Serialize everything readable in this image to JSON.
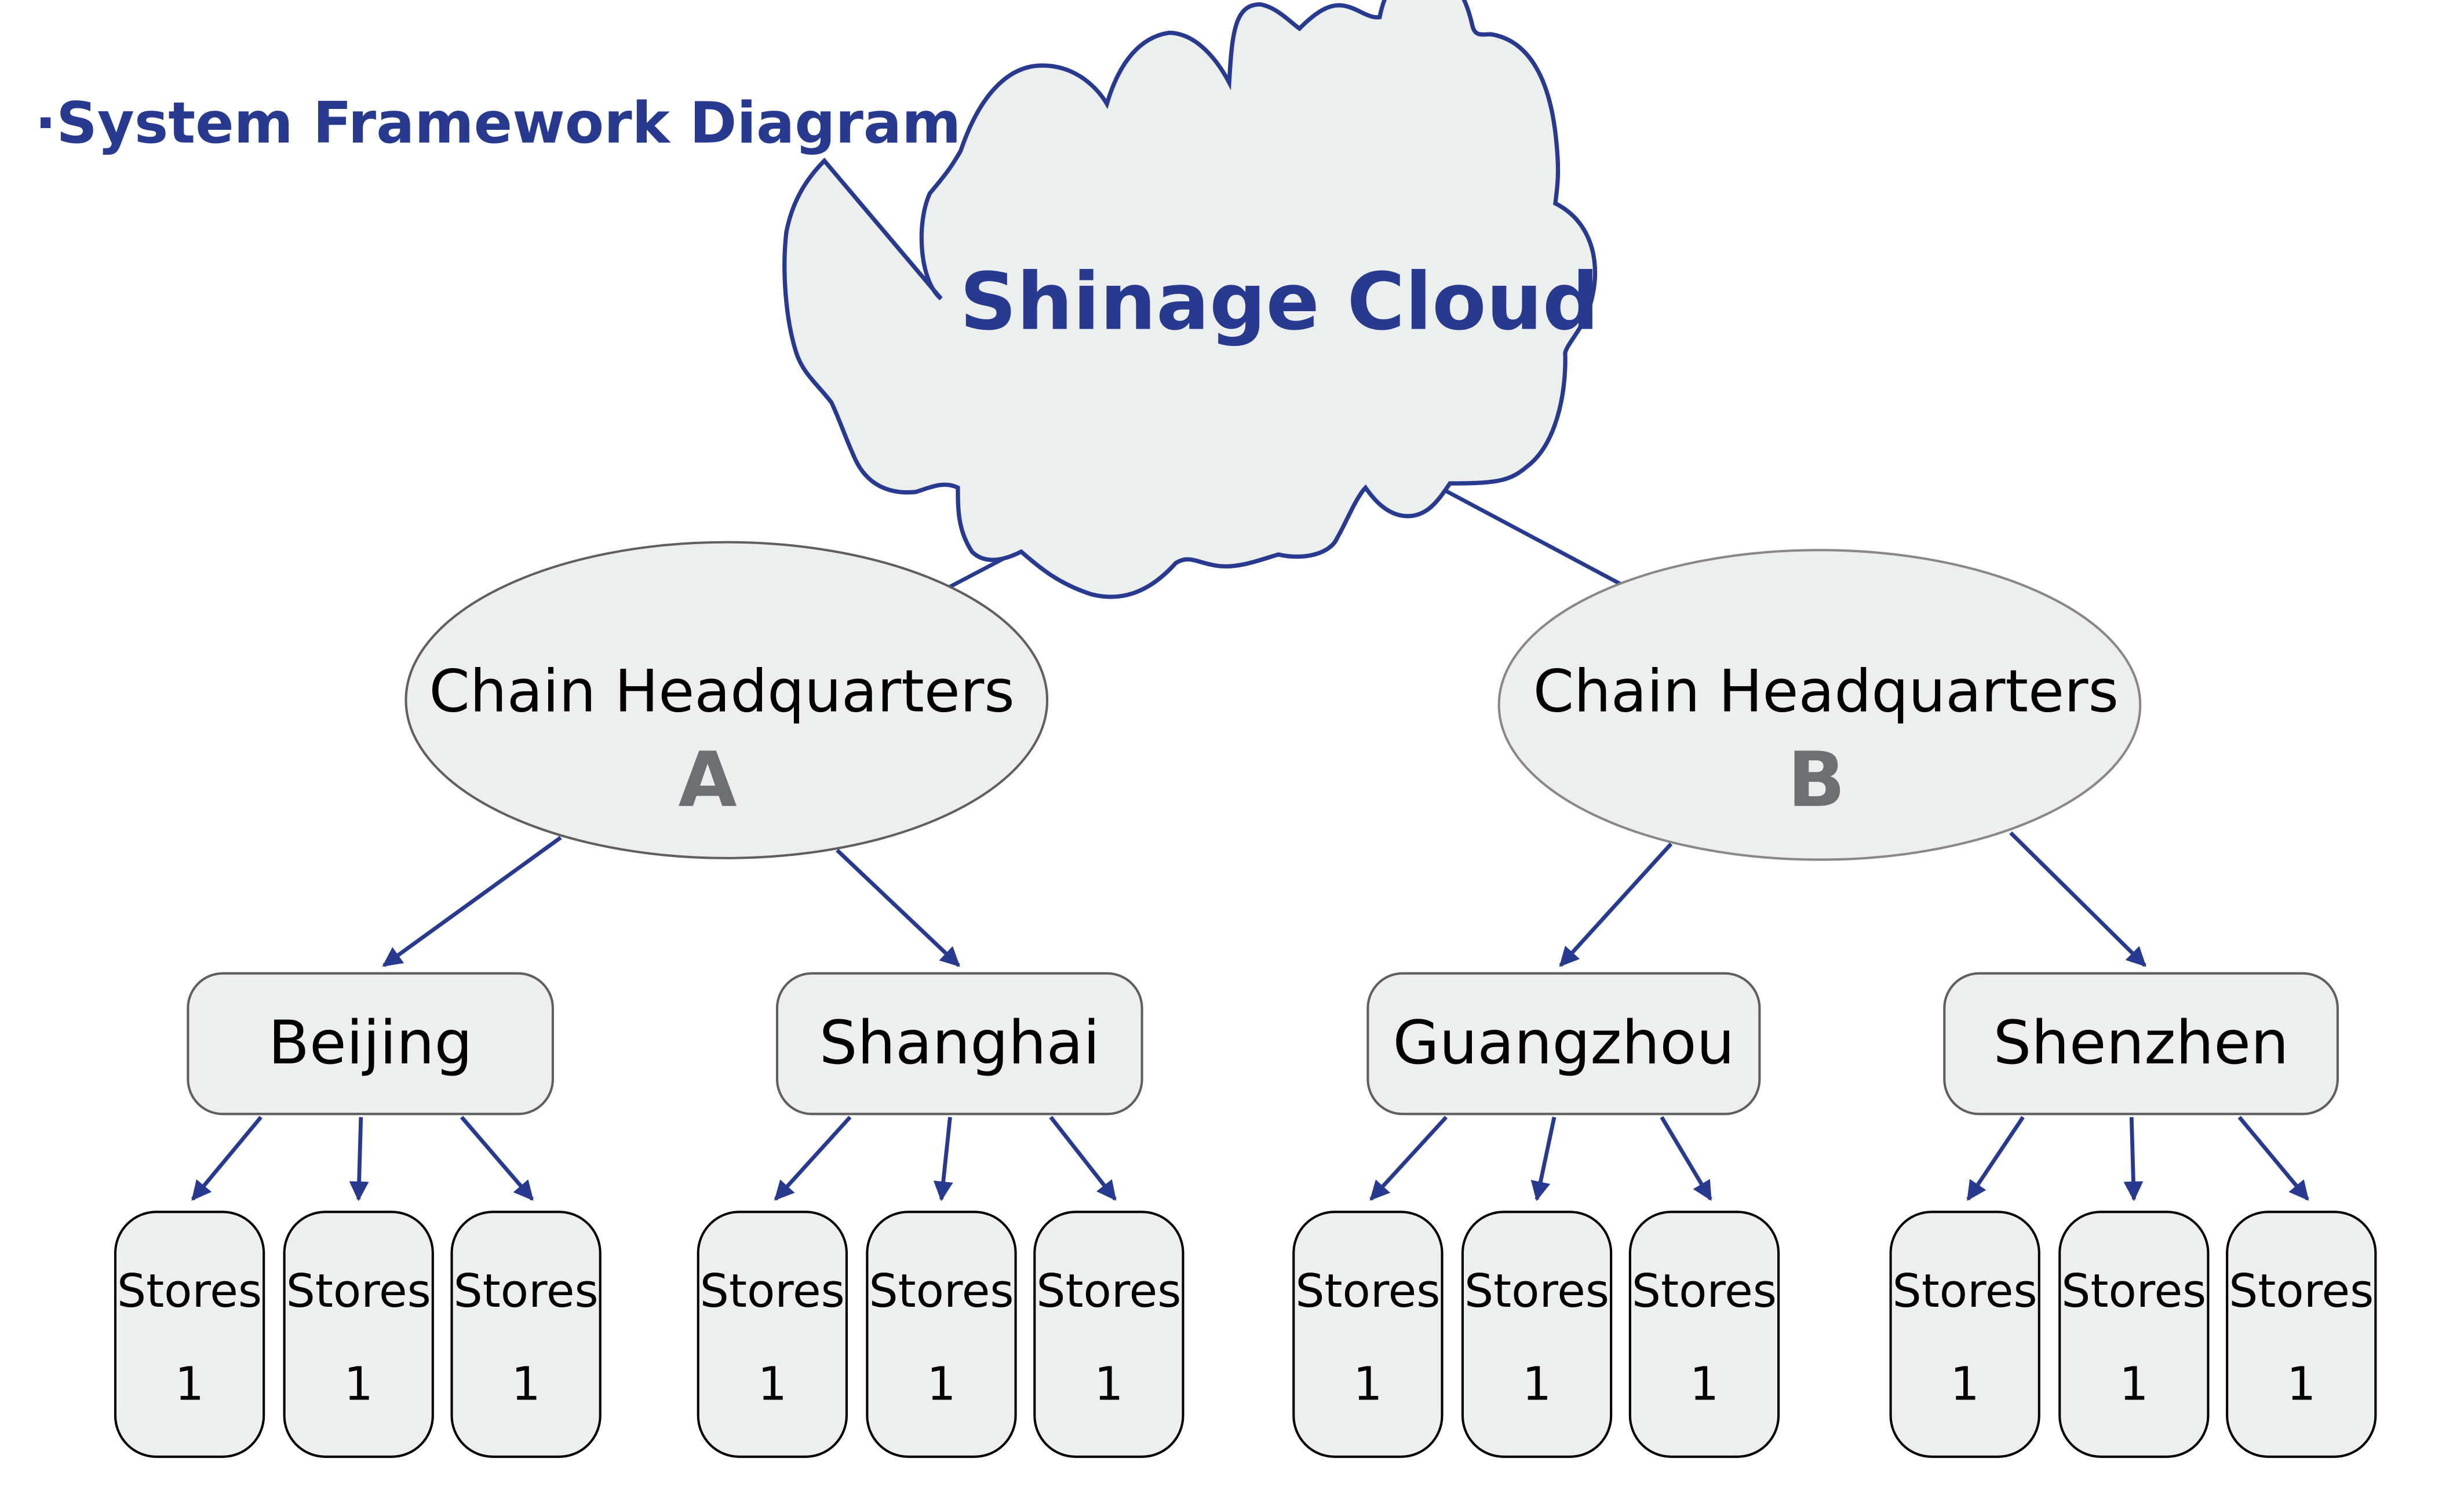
{
  "title": "·System Framework Diagram ·",
  "colors": {
    "accent": "#283a8f",
    "node_fill": "#edeeee",
    "node_border_gray": "#5f5f5f",
    "store_border": "#000000",
    "hq_letter": "#6e6f72"
  },
  "cloud": {
    "label": "Shinage Cloud"
  },
  "headquarters": [
    {
      "label": "Chain Headquarters",
      "letter": "A",
      "cities": [
        {
          "label": "Beijing",
          "stores": [
            {
              "label": "Stores",
              "count": "1"
            },
            {
              "label": "Stores",
              "count": "1"
            },
            {
              "label": "Stores",
              "count": "1"
            }
          ]
        },
        {
          "label": "Shanghai",
          "stores": [
            {
              "label": "Stores",
              "count": "1"
            },
            {
              "label": "Stores",
              "count": "1"
            },
            {
              "label": "Stores",
              "count": "1"
            }
          ]
        }
      ]
    },
    {
      "label": "Chain Headquarters",
      "letter": "B",
      "cities": [
        {
          "label": "Guangzhou",
          "stores": [
            {
              "label": "Stores",
              "count": "1"
            },
            {
              "label": "Stores",
              "count": "1"
            },
            {
              "label": "Stores",
              "count": "1"
            }
          ]
        },
        {
          "label": "Shenzhen",
          "stores": [
            {
              "label": "Stores",
              "count": "1"
            },
            {
              "label": "Stores",
              "count": "1"
            },
            {
              "label": "Stores",
              "count": "1"
            }
          ]
        }
      ]
    }
  ]
}
